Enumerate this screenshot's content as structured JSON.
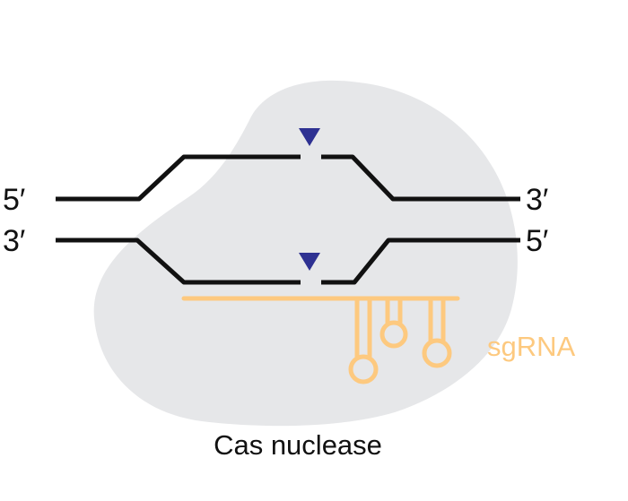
{
  "diagram": {
    "protein_label": "Cas nuclease",
    "guide_label": "sgRNA",
    "top_strand": {
      "left_end": "5′",
      "right_end": "3′"
    },
    "bottom_strand": {
      "left_end": "3′",
      "right_end": "5′"
    },
    "colors": {
      "protein_blob": "#e6e7e9",
      "dna": "#111111",
      "cut_marker": "#2e3192",
      "sgrna": "#fdc97f",
      "text": "#111111"
    },
    "icons": {
      "cut_marker": "triangle-down-icon"
    }
  }
}
